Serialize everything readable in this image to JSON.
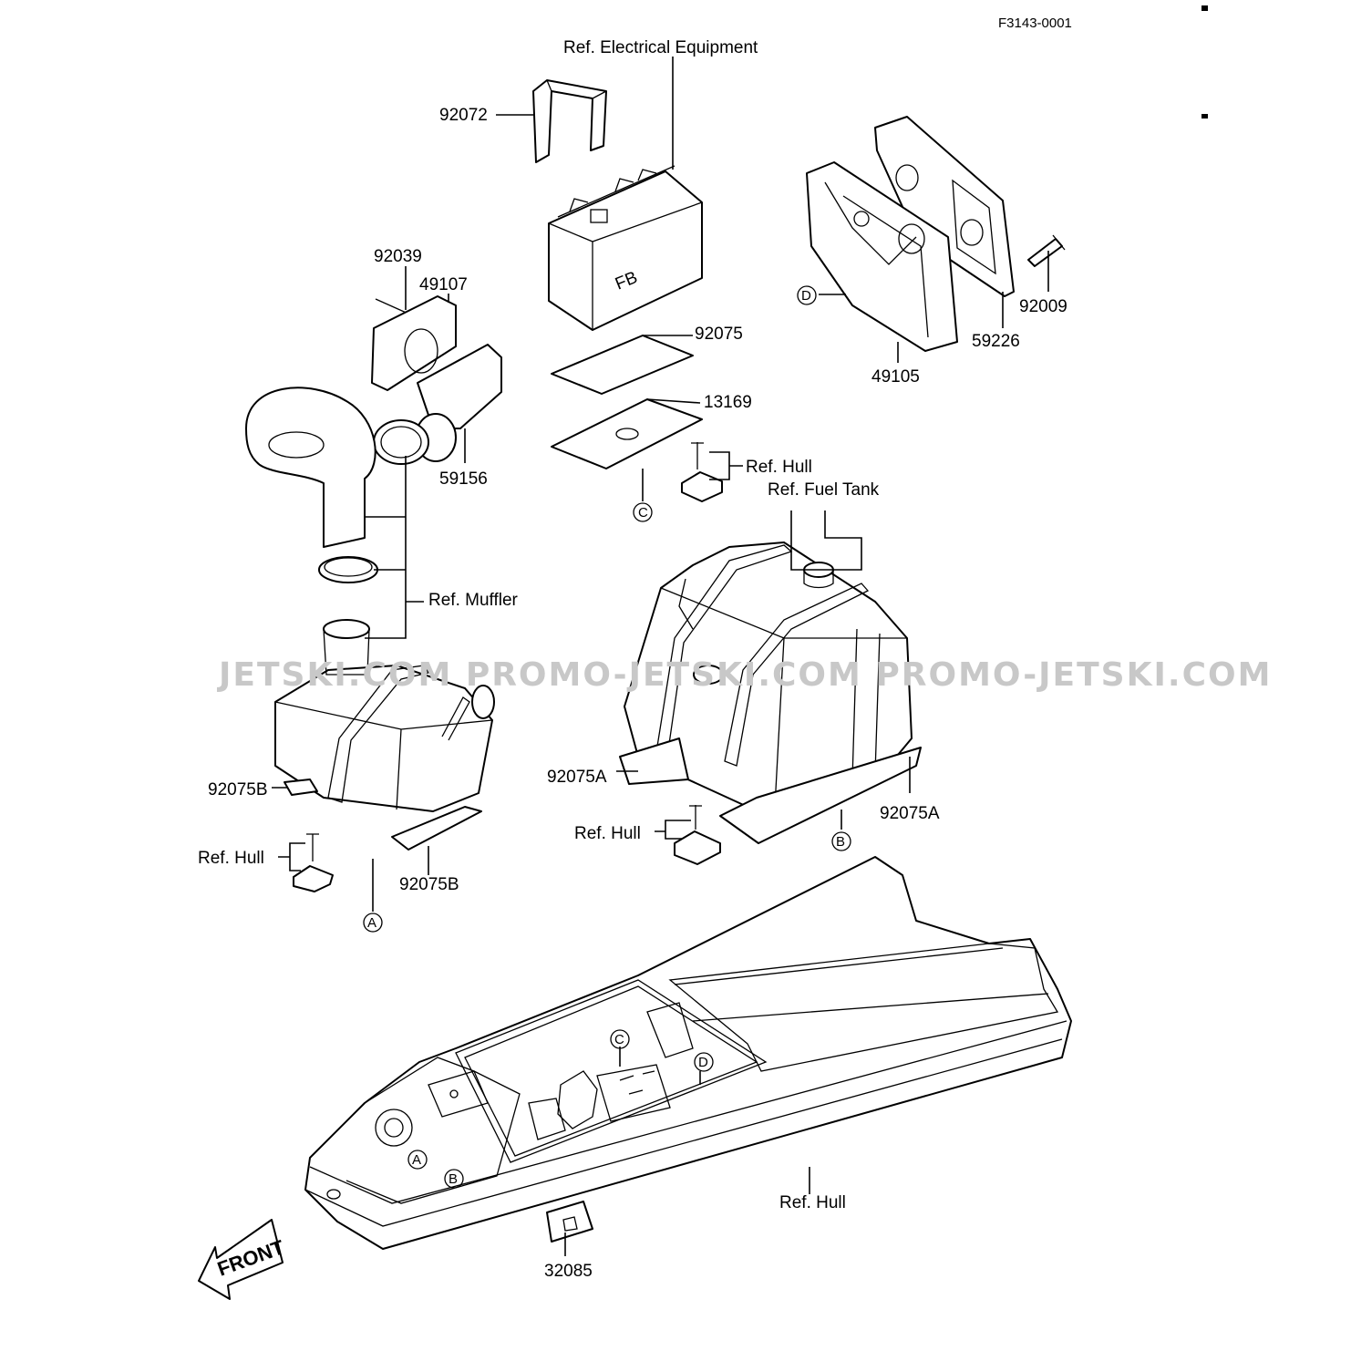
{
  "figure_code": "F3143-0001",
  "watermark": "JETSKI.COM   PROMO-JETSKI.COM   PROMO-JETSKI.COM",
  "refs": {
    "electrical": "Ref. Electrical Equipment",
    "hull_battery": "Ref. Hull",
    "fuel_tank": "Ref. Fuel Tank",
    "muffler": "Ref. Muffler",
    "hull_tank": "Ref. Hull",
    "hull_muffler": "Ref. Hull",
    "hull_bottom": "Ref. Hull"
  },
  "parts": {
    "p92072": "92072",
    "p92039": "92039",
    "p49107": "49107",
    "p92075": "92075",
    "p13169": "13169",
    "p59156": "59156",
    "p92009": "92009",
    "p59226": "59226",
    "p49105": "49105",
    "p92075B_left": "92075B",
    "p92075B_bottom": "92075B",
    "p92075A_left": "92075A",
    "p92075A_right": "92075A",
    "p32085": "32085"
  },
  "markers": {
    "A": "A",
    "B": "B",
    "C": "C",
    "D": "D"
  },
  "battery_mark": "FB",
  "front_label": "FRONT"
}
